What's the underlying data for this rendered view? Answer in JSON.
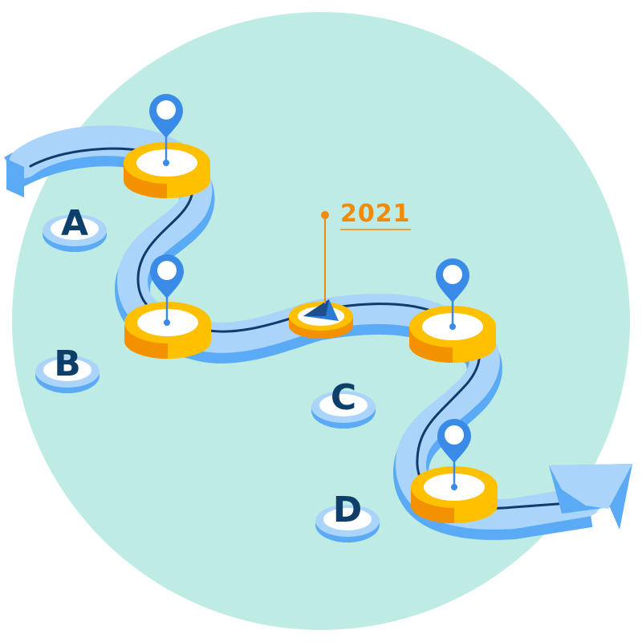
{
  "year_label": "2021",
  "markers": [
    "A",
    "B",
    "C",
    "D"
  ],
  "colors": {
    "background_circle": "#beece4",
    "road_top": "#aad4fa",
    "road_side": "#5aaaf5",
    "road_center_line": "#123a6b",
    "node_top": "#ffc000",
    "node_side": "#f39100",
    "node_face": "#ffffff",
    "pin": "#3a8be8",
    "letter": "#0e3f6b",
    "year": "#ef8a0b"
  },
  "icons": [
    "map-pin-icon",
    "navigation-arrow-icon",
    "direction-arrow-icon"
  ]
}
